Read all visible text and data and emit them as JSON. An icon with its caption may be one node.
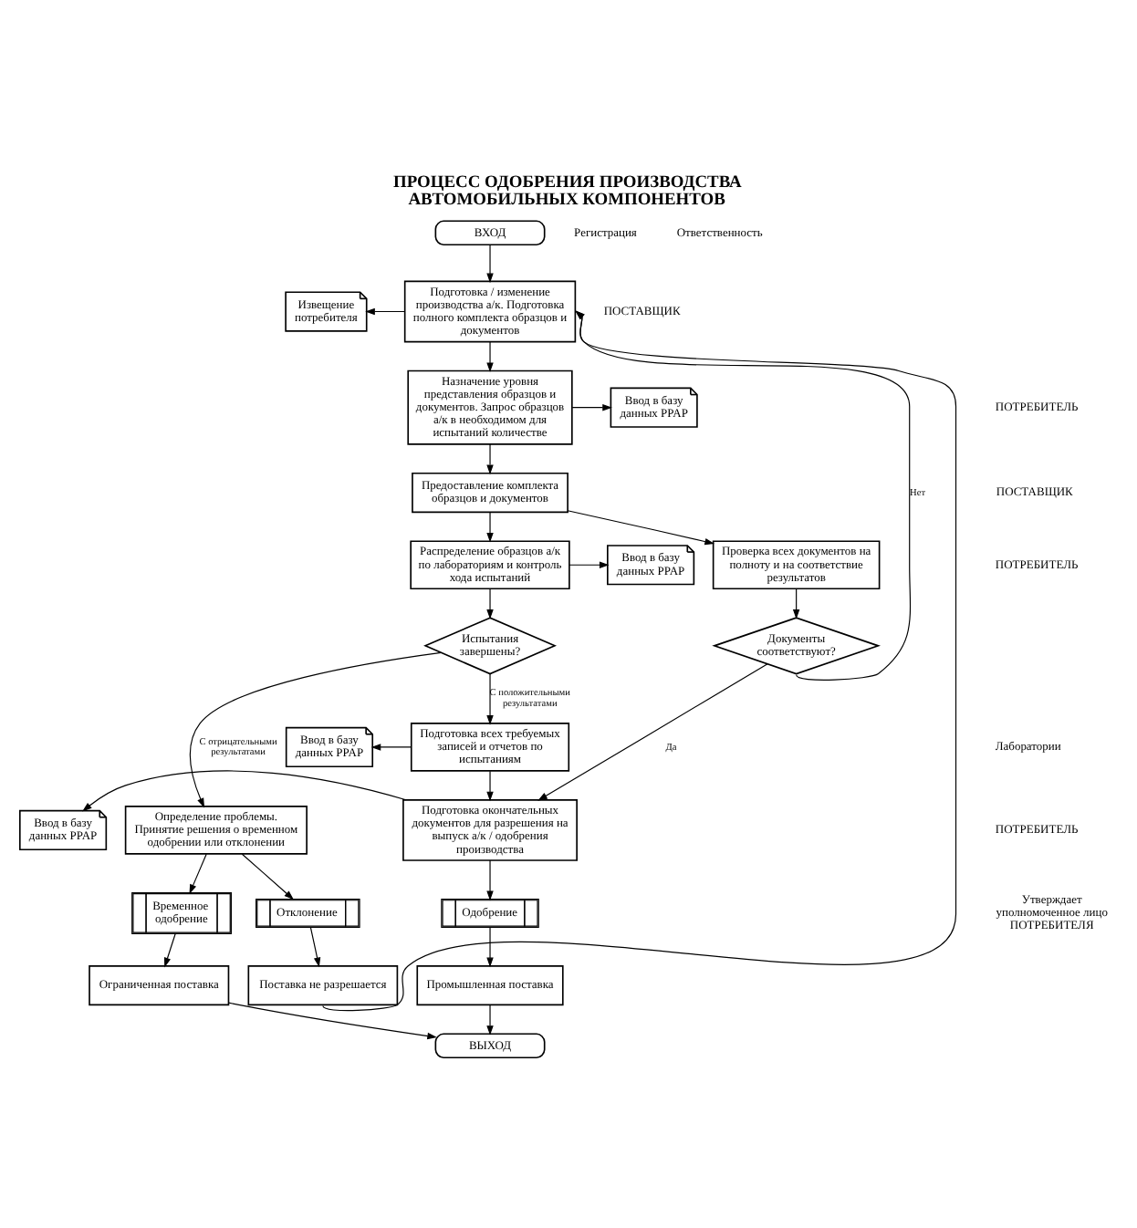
{
  "diagram": {
    "title": "ПРОЦЕСС ОДОБРЕНИЯ ПРОИЗВОДСТВА АВТОМОБИЛЬНЫХ КОМПОНЕНТОВ",
    "nodes": [
      {
        "text": [
          "ВХОД"
        ]
      },
      {
        "text": [
          "Подготовка / изменение производства а/к. Подготовка полного комплекта образцов и документов"
        ]
      },
      {
        "text": [
          "Извещение потребителя"
        ]
      },
      {
        "text": [
          "Назначение уровня представления образцов и документов. Запрос образцов а/к в необходимом для испытаний количестве"
        ]
      },
      {
        "text": [
          "Ввод в базу данных PPAP"
        ]
      },
      {
        "text": [
          "Предоставление комплекта образцов и документов"
        ]
      },
      {
        "text": [
          "Распределение образцов а/к по лабораториям и контроль хода испытаний"
        ]
      },
      {
        "text": [
          "Ввод в базу данных PPAP"
        ]
      },
      {
        "text": [
          "Проверка всех документов на полноту и на соответствие результатов"
        ]
      },
      {
        "text": [
          "Испытания завершены?"
        ]
      },
      {
        "text": [
          "Документы соответствуют?"
        ]
      },
      {
        "text": [
          "Подготовка всех требуемых записей и отчетов по испытаниям"
        ]
      },
      {
        "text": [
          "Ввод в базу данных PPAP"
        ]
      },
      {
        "text": [
          "Подготовка окончательных документов для разрешения на выпуск а/к / одобрения производства"
        ]
      },
      {
        "text": [
          "Ввод в базу данных PPAP"
        ]
      },
      {
        "text": [
          "Определение проблемы. Принятие решения о временном одобрении или отклонении"
        ]
      },
      {
        "text": [
          "Одобрение"
        ]
      },
      {
        "text": [
          "Временное одобрение"
        ]
      },
      {
        "text": [
          "Отклонение"
        ]
      },
      {
        "text": [
          "Промышленная поставка"
        ]
      },
      {
        "text": [
          "Ограниченная поставка"
        ]
      },
      {
        "text": [
          "Поставка не разрешается"
        ]
      },
      {
        "text": [
          "ВЫХОД"
        ]
      }
    ],
    "edges": [
      {
        "from": 0,
        "to": 1,
        "arrow": "to"
      },
      {
        "from": 1,
        "to": 2,
        "arrow": "to"
      },
      {
        "from": 1,
        "to": 3,
        "arrow": "to"
      },
      {
        "from": 3,
        "to": 4,
        "arrow": "to"
      },
      {
        "from": 3,
        "to": 5,
        "arrow": "to"
      },
      {
        "from": 5,
        "to": 6,
        "arrow": "to"
      },
      {
        "from": 5,
        "to": 8,
        "arrow": "to"
      },
      {
        "from": 6,
        "to": 7,
        "arrow": "to"
      },
      {
        "from": 6,
        "to": 9,
        "arrow": "to"
      },
      {
        "from": 8,
        "to": 10,
        "arrow": "to"
      },
      {
        "from": 9,
        "to": 11,
        "label": "С положительными результатами",
        "arrow": "to"
      },
      {
        "from": 9,
        "to": 15,
        "label": "С отрицательными результатами",
        "arrow": "to"
      },
      {
        "from": 10,
        "to": 13,
        "label": "Да",
        "arrow": "to"
      },
      {
        "from": 10,
        "to": 1,
        "label": "Нет",
        "arrow": "to"
      },
      {
        "from": 11,
        "to": 12,
        "arrow": "to"
      },
      {
        "from": 11,
        "to": 13,
        "arrow": "to"
      },
      {
        "from": 13,
        "to": 14,
        "arrow": "to"
      },
      {
        "from": 13,
        "to": 16,
        "arrow": "to"
      },
      {
        "from": 15,
        "to": 17,
        "arrow": "to"
      },
      {
        "from": 15,
        "to": 18,
        "arrow": "to"
      },
      {
        "from": 16,
        "to": 19,
        "arrow": "to"
      },
      {
        "from": 17,
        "to": 20,
        "arrow": "to"
      },
      {
        "from": 18,
        "to": 21,
        "arrow": "to"
      },
      {
        "from": 19,
        "to": 22,
        "arrow": "to"
      },
      {
        "from": 20,
        "to": 22,
        "arrow": "to"
      },
      {
        "from": 21,
        "to": 1,
        "arrow": "to"
      }
    ],
    "labels": [
      "Регистрация",
      "Ответственность",
      "ПОСТАВЩИК",
      "ПОТРЕБИТЕЛЬ",
      "ПОСТАВЩИК",
      "ПОТРЕБИТЕЛЬ",
      "Лаборатории",
      "ПОТРЕБИТЕЛЬ",
      "Утверждает уполномоченное лицо ПОТРЕБИТЕЛЯ"
    ]
  }
}
